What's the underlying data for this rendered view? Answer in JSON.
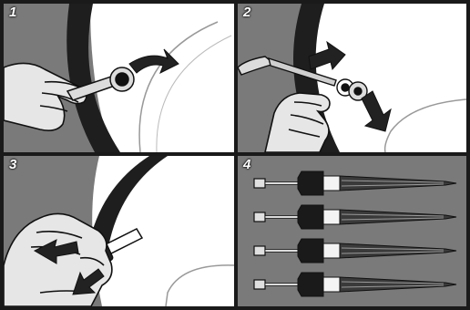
{
  "panels": [
    {
      "number": "1",
      "depicts": "hand-wrench-turning-plug"
    },
    {
      "number": "2",
      "depicts": "screwdriver-removing-plug"
    },
    {
      "number": "3",
      "depicts": "hand-installing-cleat"
    },
    {
      "number": "4",
      "depicts": "spike-set"
    }
  ],
  "colors": {
    "frame": "#1a1a1a",
    "panel_bg": "#ffffff",
    "arrow": "#222222",
    "tire": "#1e1e1e",
    "bg_gray": "#7a7a7a",
    "skin": "#e6e6e6"
  }
}
